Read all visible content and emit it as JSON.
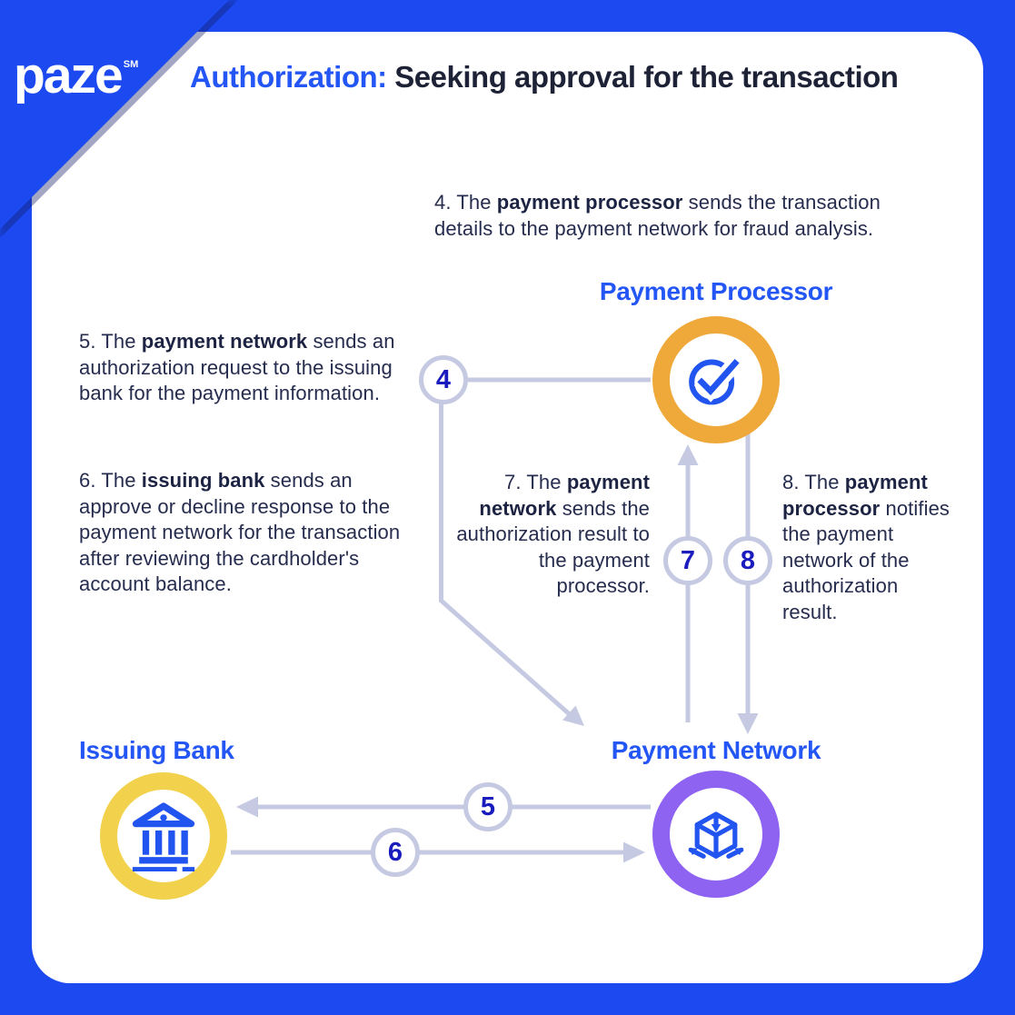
{
  "brand": {
    "name": "paze",
    "mark": "SM"
  },
  "header": {
    "highlight": "Authorization:",
    "rest": " Seeking approval for the transaction"
  },
  "steps": {
    "s4": {
      "pre": "4.  The ",
      "bold": "payment processor",
      "post": " sends the transaction details to the payment network for fraud analysis."
    },
    "s5": {
      "pre": "5. The ",
      "bold": "payment network",
      "post": " sends an authorization request to the issuing bank for the payment information."
    },
    "s6": {
      "pre": "6. The ",
      "bold": "issuing bank",
      "post": " sends an approve or decline response to the payment network for the transaction after reviewing the cardholder's account balance."
    },
    "s7": {
      "pre": "7. The ",
      "bold": "payment network",
      "post": " sends the authorization result to the payment processor."
    },
    "s8": {
      "pre": "8. The ",
      "bold": "payment processor",
      "post": " notifies the payment network of the authorization result."
    }
  },
  "nodes": {
    "processor": {
      "label": "Payment Processor",
      "icon": "check-circle-icon",
      "ring_color": "#efa93b"
    },
    "issuing_bank": {
      "label": "Issuing Bank",
      "icon": "bank-icon",
      "ring_color": "#f2d14d"
    },
    "network": {
      "label": "Payment Network",
      "icon": "cube-3d-icon",
      "ring_color": "#8f63f2"
    }
  },
  "badges": {
    "b4": "4",
    "b5": "5",
    "b6": "6",
    "b7": "7",
    "b8": "8"
  },
  "colors": {
    "frame_blue": "#1c4af0",
    "accent_blue": "#2356f4",
    "text_navy": "#262c4e",
    "line_gray": "#c5cae2",
    "badge_number_blue": "#1b1cbe",
    "icon_blue": "#2254f0"
  }
}
